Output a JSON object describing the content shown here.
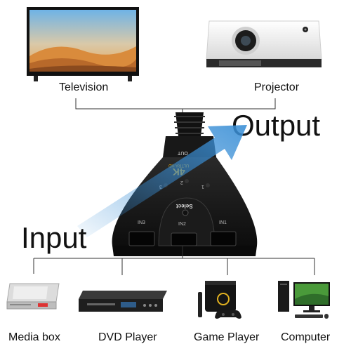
{
  "outputs": {
    "television": {
      "label": "Television"
    },
    "projector": {
      "label": "Projector"
    }
  },
  "headings": {
    "output": "Output",
    "input": "Input"
  },
  "switch": {
    "out_port": "OUT",
    "badge_line1": "4K",
    "badge_line2": "ULTRA HD",
    "select_button": "Select",
    "indicators": [
      "1",
      "2",
      "3"
    ],
    "ports": [
      "IN3",
      "IN2",
      "IN1"
    ],
    "accent_color": "#d4a017",
    "arrow_color": "#3a8fd6"
  },
  "devices": [
    {
      "label": "Media box",
      "icon": "media-box-icon"
    },
    {
      "label": "DVD Player",
      "icon": "dvd-player-icon"
    },
    {
      "label": "Game Player",
      "icon": "game-console-icon"
    },
    {
      "label": "Computer",
      "icon": "desktop-computer-icon"
    }
  ]
}
